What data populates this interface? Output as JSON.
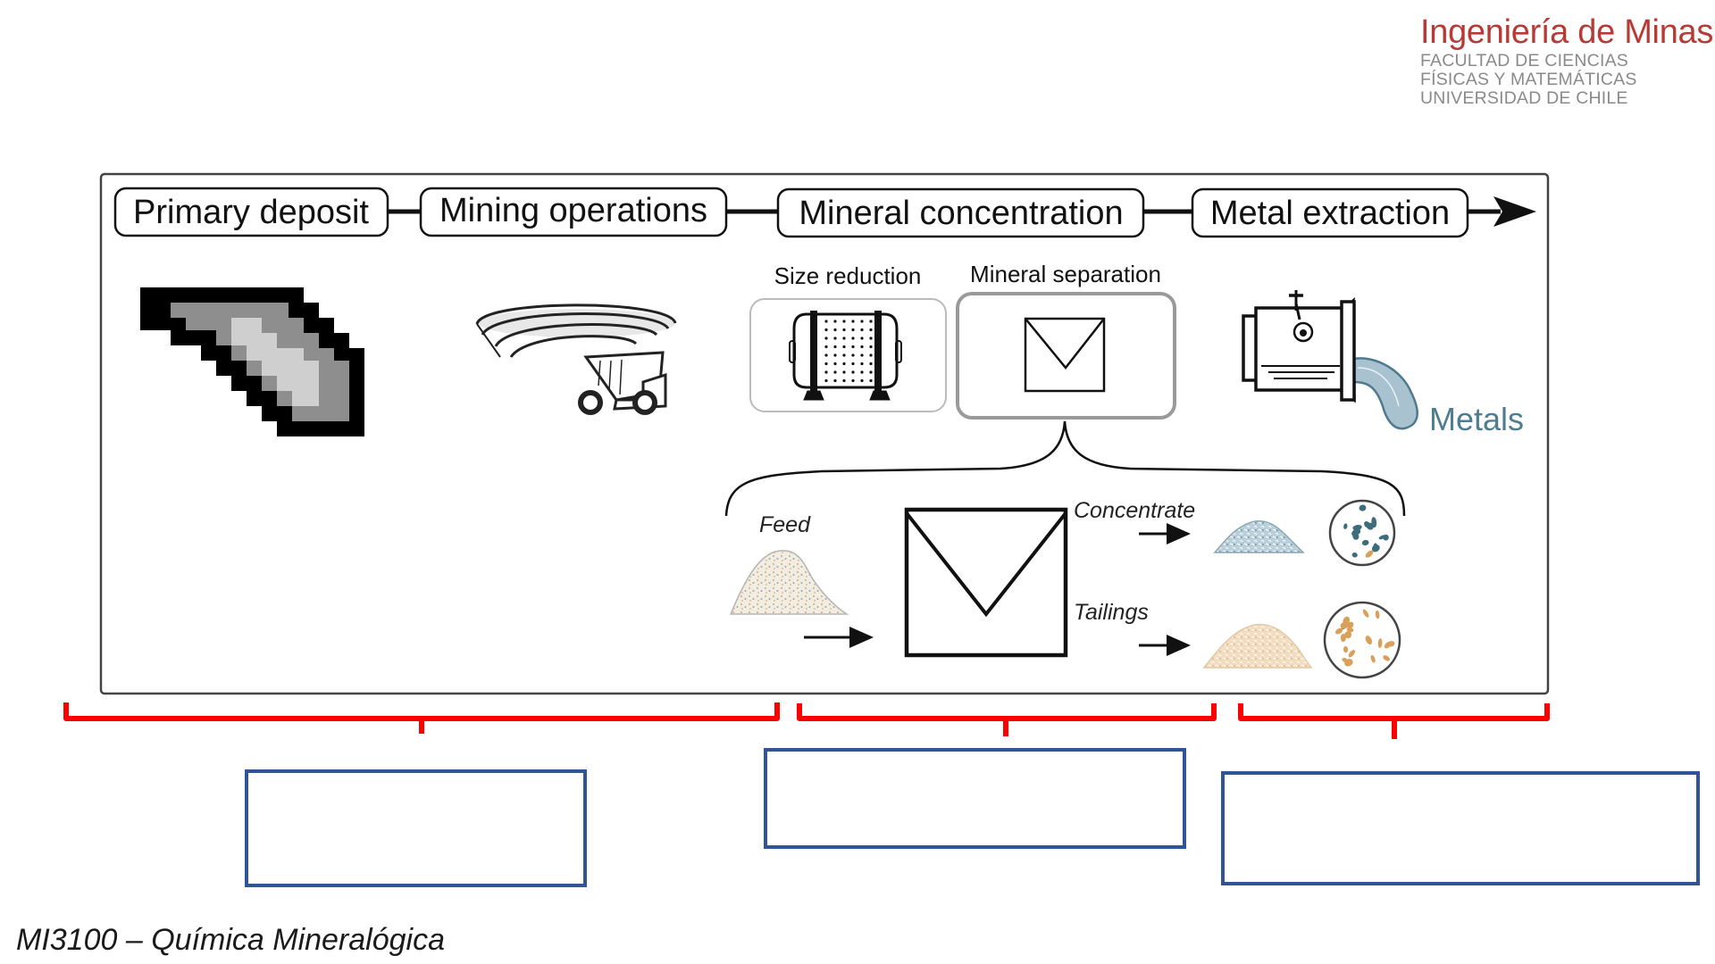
{
  "header": {
    "logo": {
      "title": "Ingeniería de Minas",
      "lines": [
        "FACULTAD DE CIENCIAS",
        "FÍSICAS Y MATEMÁTICAS",
        "UNIVERSIDAD DE CHILE"
      ]
    }
  },
  "diagram": {
    "stages": [
      {
        "label": "Primary deposit",
        "icon": "ore-deposit-icon"
      },
      {
        "label": "Mining operations",
        "icon": "open-pit-truck-icon"
      },
      {
        "label": "Mineral concentration",
        "icon": "concentration-icon"
      },
      {
        "label": "Metal extraction",
        "icon": "smelter-icon"
      }
    ],
    "concentration": {
      "size_reduction_label": "Size reduction",
      "mineral_separation_label": "Mineral separation"
    },
    "separation_detail": {
      "feed_label": "Feed",
      "concentrate_label": "Concentrate",
      "tailings_label": "Tailings"
    },
    "extraction": {
      "output_label": "Metals"
    }
  },
  "annotations": {
    "groups": [
      {
        "spans": [
          "Primary deposit",
          "Mining operations"
        ],
        "answer": ""
      },
      {
        "spans": [
          "Mineral concentration"
        ],
        "answer": ""
      },
      {
        "spans": [
          "Metal extraction"
        ],
        "answer": ""
      }
    ]
  },
  "colors": {
    "bracket": "#ff0000",
    "answer_box_border": "#2f5597",
    "logo_title": "#b83a35",
    "metals": "#4d7d8f",
    "concentrate": "#8fb0bf",
    "tailings": "#f0d8b8"
  },
  "footer": {
    "course": "MI3100 – Química Mineralógica"
  }
}
